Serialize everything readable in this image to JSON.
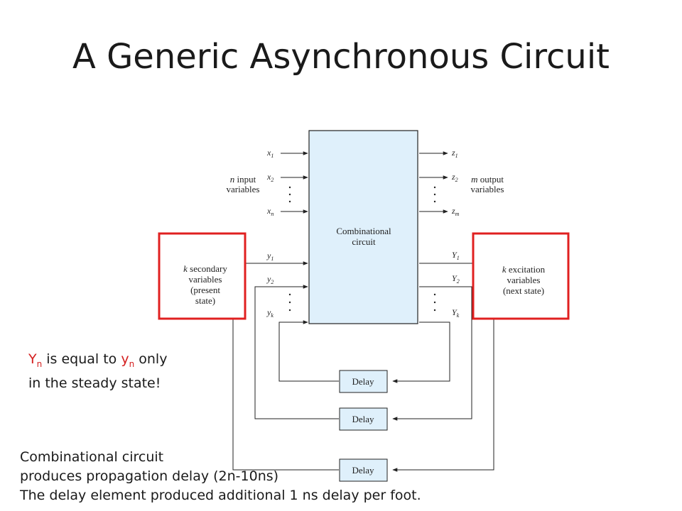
{
  "slide": {
    "title": "A Generic Asynchronous Circuit",
    "note_red": {
      "Y": "Y",
      "sub_n": "n",
      "part1": " is equal to ",
      "y": "y",
      "part2": " only",
      "line2": "in the steady state!"
    },
    "note_black": [
      "Combinational circuit",
      "produces propagation delay (2n-10ns)",
      "The delay element produced additional 1 ns delay per foot."
    ]
  },
  "diagram": {
    "block_label": [
      "Combinational",
      "circuit"
    ],
    "inputs": [
      {
        "base": "x",
        "sub": "1"
      },
      {
        "base": "x",
        "sub": "2"
      },
      {
        "base": "x",
        "sub": "n"
      }
    ],
    "outputs": [
      {
        "base": "z",
        "sub": "1"
      },
      {
        "base": "z",
        "sub": "2"
      },
      {
        "base": "z",
        "sub": "m"
      }
    ],
    "secondary": [
      {
        "base": "y",
        "sub": "1"
      },
      {
        "base": "y",
        "sub": "2"
      },
      {
        "base": "y",
        "sub": "k"
      }
    ],
    "excitation": [
      {
        "base": "Y",
        "sub": "1"
      },
      {
        "base": "Y",
        "sub": "2"
      },
      {
        "base": "Y",
        "sub": "k"
      }
    ],
    "input_group": {
      "k": "n",
      "rest": " input",
      "line2": "variables"
    },
    "output_group": {
      "k": "m",
      "rest": " output",
      "line2": "variables"
    },
    "secondary_group": {
      "k": "k",
      "rest": " secondary",
      "line2": "variables",
      "line3": "(present",
      "line4": "state)"
    },
    "excitation_group": {
      "k": "k",
      "rest": " excitation",
      "line2": "variables",
      "line3": "(next state)"
    },
    "delay_label": "Delay",
    "colors": {
      "block_fill": "#dff0fb",
      "highlight": "#e02020",
      "line": "#222222"
    }
  }
}
